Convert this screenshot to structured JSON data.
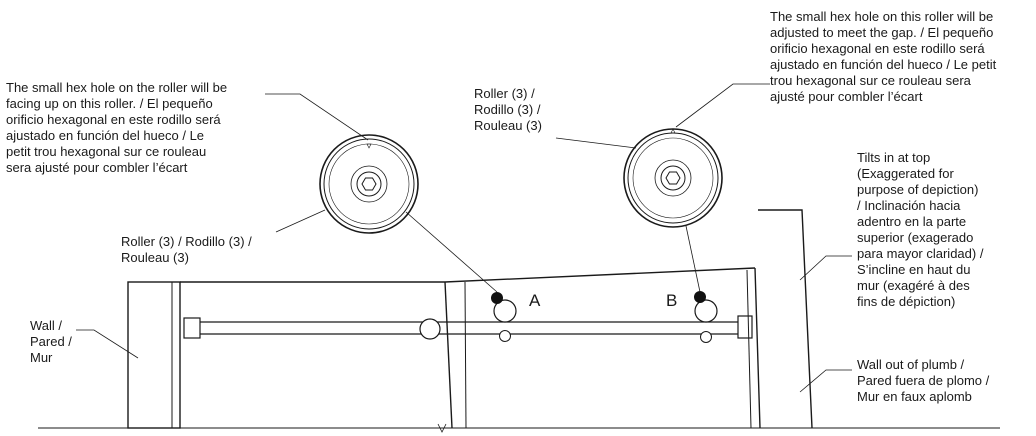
{
  "labels": {
    "hex_up": "The small hex hole on the roller will be\nfacing up on this roller. /  El pequeño\norificio hexagonal en este rodillo será\najustado en función del hueco / Le\npetit trou hexagonal sur ce rouleau\nsera ajusté pour combler l’écart",
    "hex_adjust": "The small hex hole on this roller will be\nadjusted to meet the gap. / El pequeño\norificio hexagonal en este rodillo será\najustado en función del hueco / Le petit\ntrou hexagonal sur ce rouleau sera\najusté pour combler l’écart",
    "roller_left": "Roller (3) / Rodillo (3) /\nRouleau (3)",
    "roller_right": "Roller (3) /\nRodillo (3) /\nRouleau (3)",
    "tilts": "Tilts in at top\n(Exaggerated for\npurpose of depiction)\n/ Inclinación hacia\nadentro en la parte\nsuperior (exagerado\npara mayor claridad) /\nS’incline en haut du\nmur (exagéré à des\nfins de dépiction)",
    "wall_left": "Wall /\nPared /\nMur",
    "wall_plumb": "Wall out of plumb /\nPared fuera de plomo /\nMur en faux aplomb",
    "marker_a": "A",
    "marker_b": "B"
  }
}
